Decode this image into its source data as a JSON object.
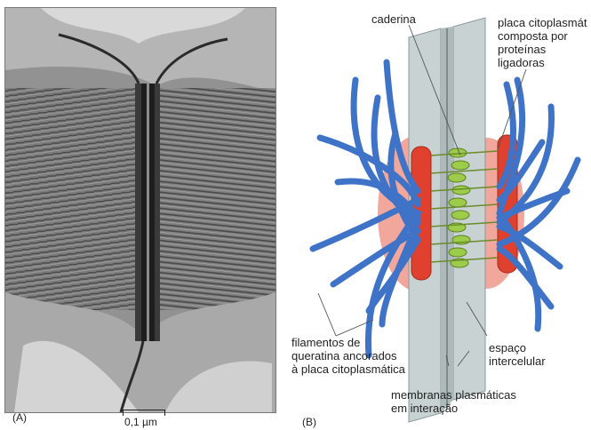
{
  "panel_a": {
    "letter": "(A)",
    "scale_label": "0,1 µm"
  },
  "panel_b": {
    "letter": "(B)",
    "labels": {
      "caderina": "caderina",
      "placa": "placa citoplasmát\ncomposta por\nproteínas\nligadoras",
      "filamentos": "filamentos de\nqueratina ancorados\nà placa citoplasmática",
      "espaco": "espaço\nintercelular",
      "membranas": "membranas plasmáticas\nem interação"
    }
  },
  "colors": {
    "filament_blue": "#3f73c7",
    "plaque_red": "#e0402e",
    "cadherin_green": "#9ccc4a",
    "membrane_gray": "#c8d2d2",
    "pink_disc": "#f2a79c"
  }
}
